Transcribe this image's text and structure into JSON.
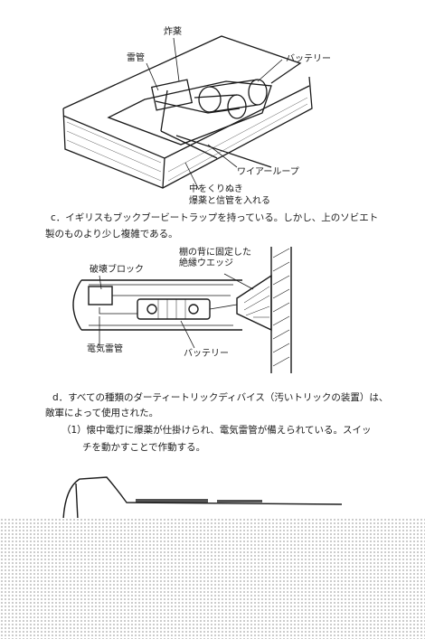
{
  "figure1": {
    "labels": {
      "explosive": "炸薬",
      "detonator": "雷管",
      "battery": "バッテリー",
      "wire_loop": "ワイアーループ",
      "hollow_line1": "中をくりぬき",
      "hollow_line2": "爆薬と信管を入れる"
    }
  },
  "paragraph_c": {
    "line1": "c．イギリスもブックブービートラップを持っている。しかし、上のソビエト",
    "line2": "製のものより少し複雑である。"
  },
  "figure2": {
    "labels": {
      "shelf_line1": "棚の背に固定した",
      "shelf_line2": "絶縁ウエッジ",
      "breaker_block": "破壊ブロック",
      "electric_detonator": "電気雷管",
      "battery": "バッテリー"
    }
  },
  "paragraph_d": {
    "line1": "d．すべての種類のダーティートリックディバイス（汚いトリックの装置）は、",
    "line2": "敵軍によって使用された。",
    "item1_line1": "（1）懐中電灯に爆薬が仕掛けられ、電気雷管が備えられている。スイッ",
    "item1_line2": "チを動かすことで作動する。"
  }
}
